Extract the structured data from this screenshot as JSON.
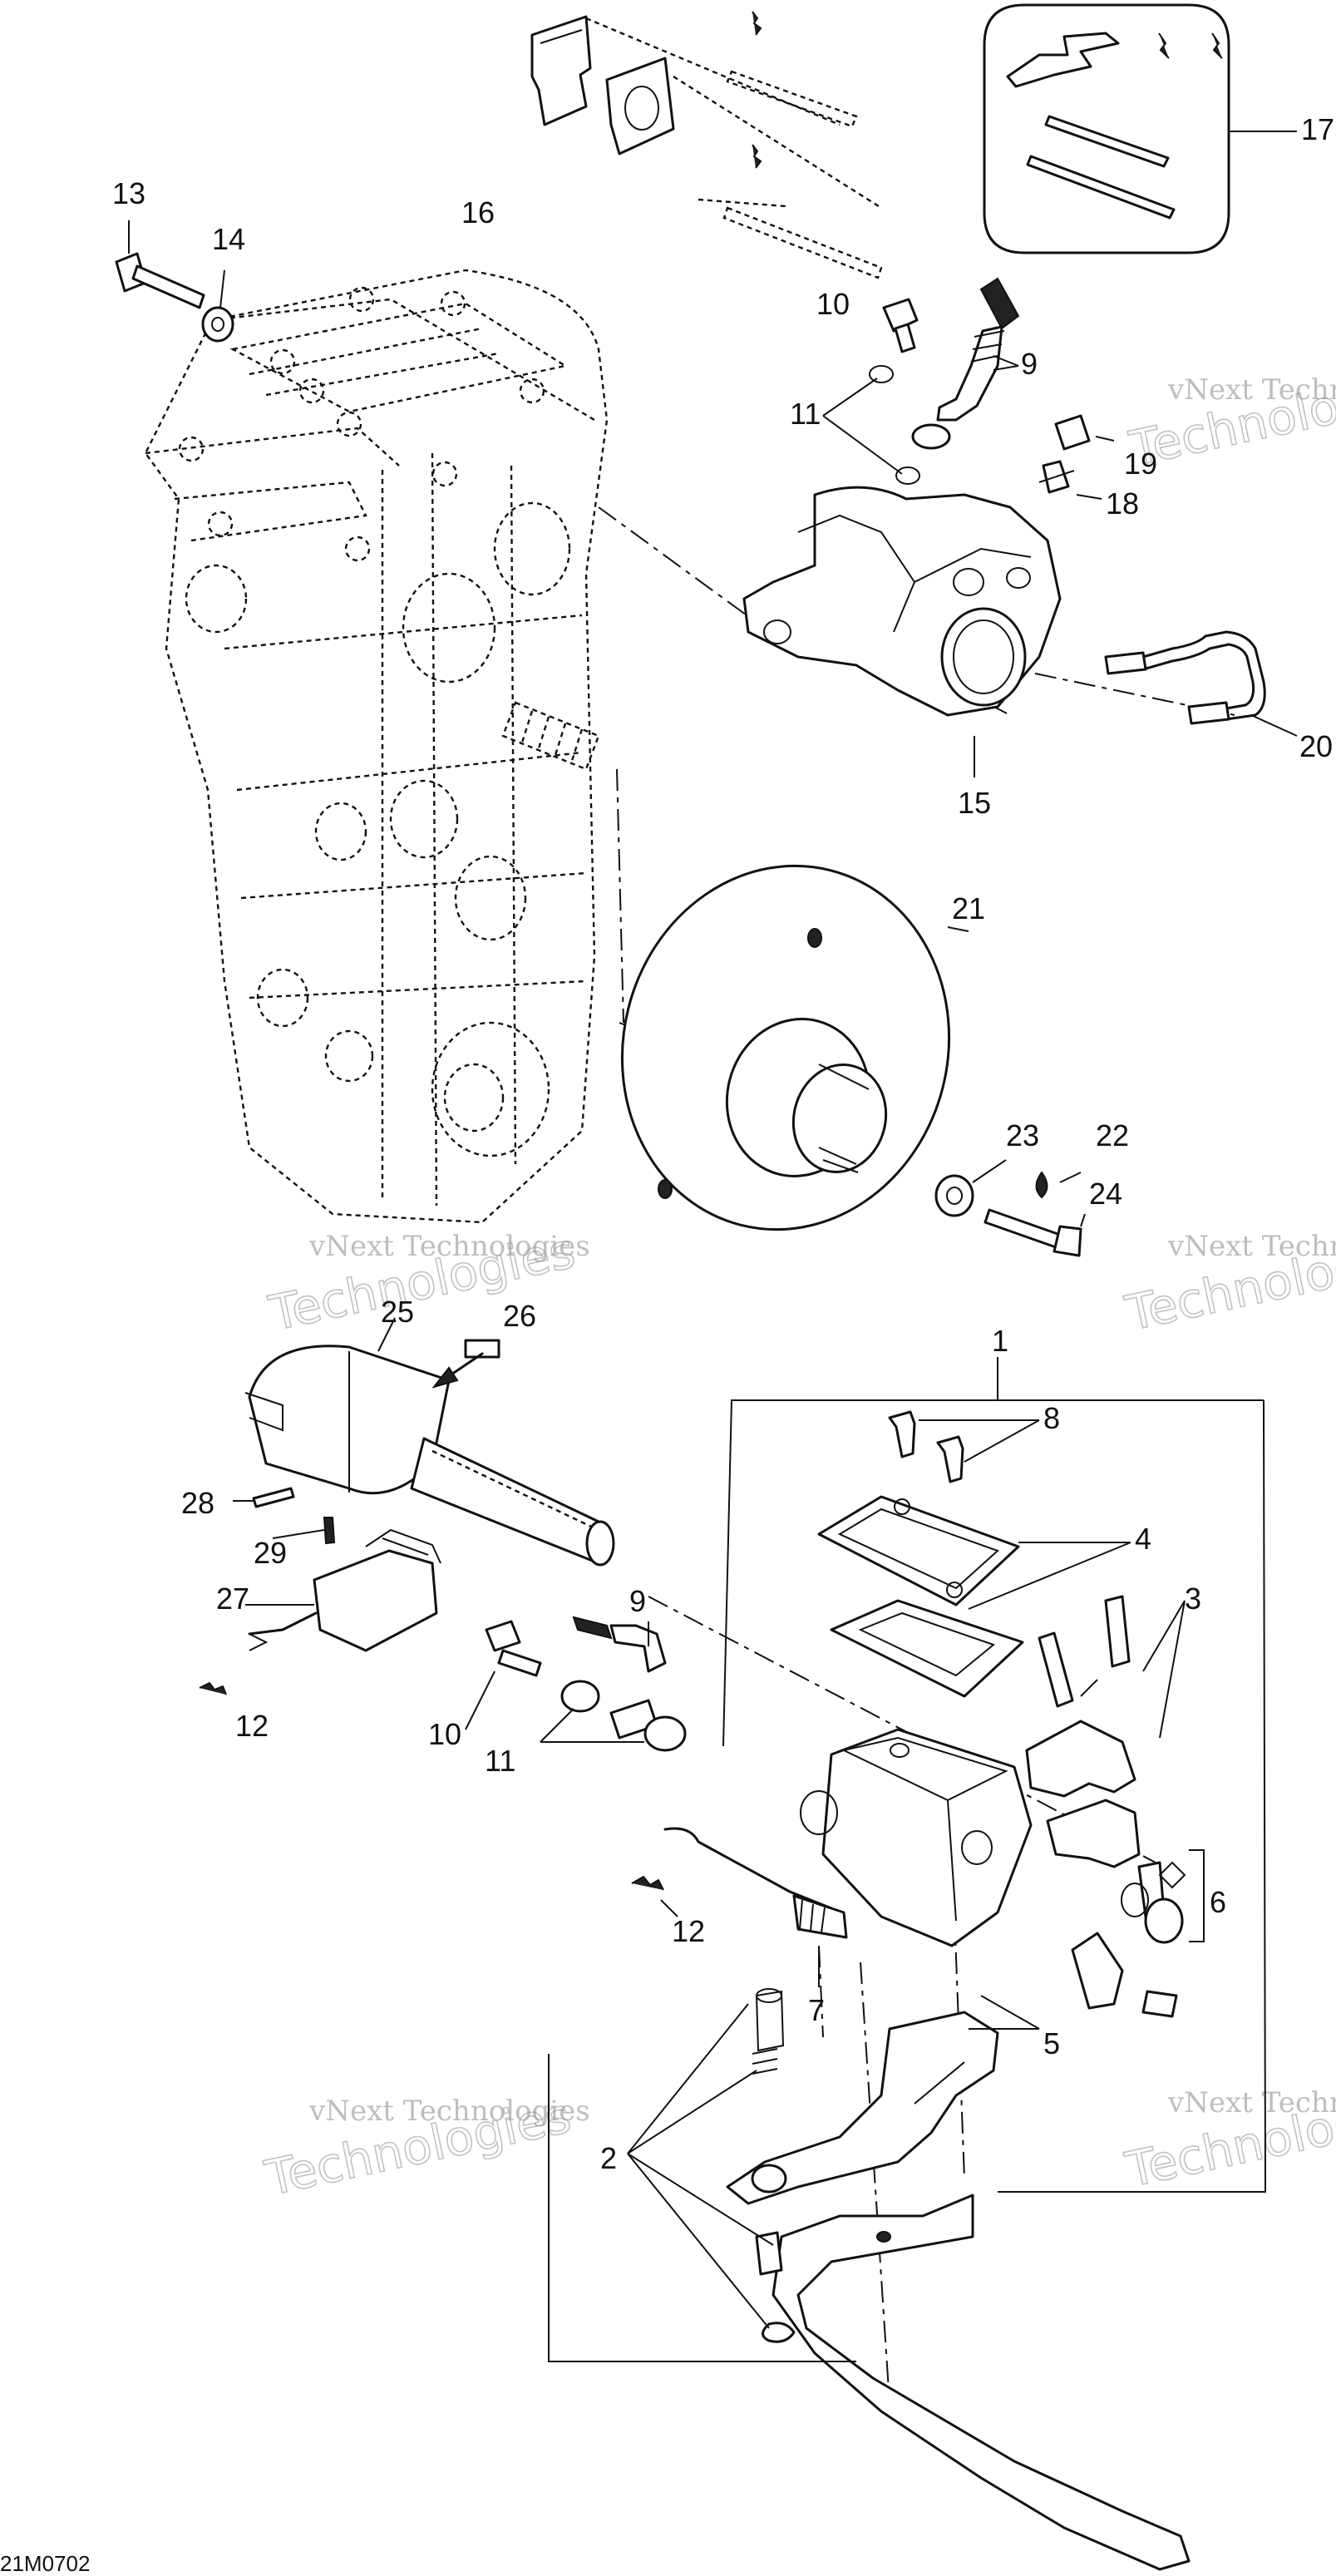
{
  "diagram": {
    "callouts": [
      "1",
      "2",
      "4",
      "5",
      "6",
      "7",
      "8",
      "9",
      "10",
      "11",
      "12",
      "13",
      "14",
      "15",
      "16",
      "17",
      "18",
      "19",
      "20",
      "21",
      "22",
      "23",
      "24",
      "25",
      "26",
      "27",
      "28",
      "29",
      "3"
    ],
    "watermark_line1": "vNext Technologies",
    "watermark_line2": "Technologies",
    "drawing_code": "21M0702",
    "colors": {
      "ink": "#111111",
      "watermark": "#8a8a8a",
      "background": "#ffffff"
    }
  }
}
